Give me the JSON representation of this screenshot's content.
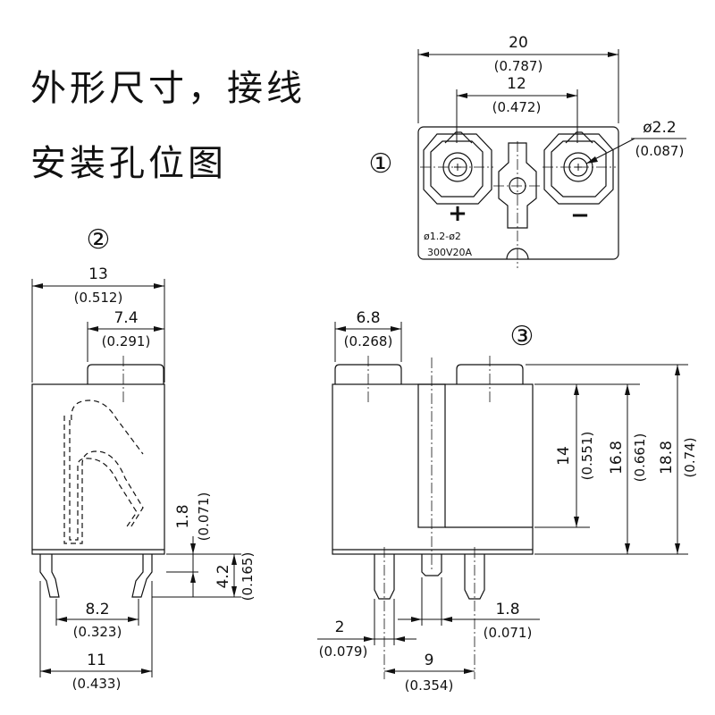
{
  "title": {
    "line1": "外形尺寸，接线",
    "line2": "安装孔位图"
  },
  "views": [
    {
      "id": "view1",
      "number": "①",
      "dims": [
        {
          "value": "20",
          "inch": "(0.787)"
        },
        {
          "value": "12",
          "inch": "(0.472)"
        },
        {
          "value": "ø2.2",
          "inch": "(0.087)"
        }
      ],
      "labels": {
        "plus": "+",
        "minus": "−",
        "wire_range": "ø1.2-ø2",
        "rating": "300V20A"
      }
    },
    {
      "id": "view2",
      "number": "②",
      "dims": [
        {
          "value": "13",
          "inch": "(0.512)"
        },
        {
          "value": "7.4",
          "inch": "(0.291)"
        },
        {
          "value": "1.8",
          "inch": "(0.071)"
        },
        {
          "value": "4.2",
          "inch": "(0.165)"
        },
        {
          "value": "8.2",
          "inch": "(0.323)"
        },
        {
          "value": "11",
          "inch": "(0.433)"
        }
      ]
    },
    {
      "id": "view3",
      "number": "③",
      "dims": [
        {
          "value": "6.8",
          "inch": "(0.268)"
        },
        {
          "value": "14",
          "inch": "(0.551)"
        },
        {
          "value": "16.8",
          "inch": "(0.661)"
        },
        {
          "value": "18.8",
          "inch": "(0.74)"
        },
        {
          "value": "2",
          "inch": "(0.079)"
        },
        {
          "value": "1.8",
          "inch": "(0.071)"
        },
        {
          "value": "9",
          "inch": "(0.354)"
        }
      ]
    }
  ]
}
